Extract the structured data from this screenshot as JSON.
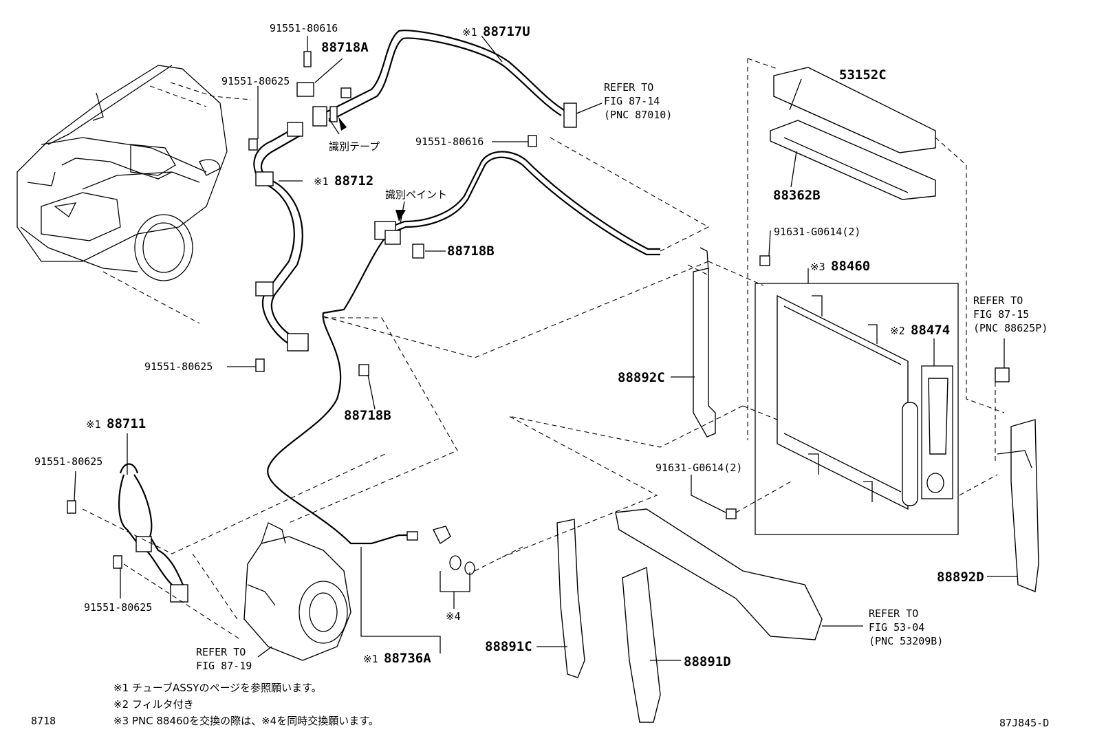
{
  "labels": {
    "p91551_80616_top": "91551-80616",
    "p88718A": "88718A",
    "p88717U_mark": "※1",
    "p88717U": "88717U",
    "p91551_80625_a": "91551-80625",
    "refer_87_14_a": "REFER TO",
    "refer_87_14_b": "FIG 87-14",
    "refer_87_14_c": "(PNC 87010)",
    "id_tape": "識別テープ",
    "p91551_80616_mid": "91551-80616",
    "p88712_mark": "※1",
    "p88712": "88712",
    "id_paint": "識別ペイント",
    "p53152C": "53152C",
    "p88362B": "88362B",
    "p88718B_a": "88718B",
    "p91631_G0614_a": "91631-G0614(2)",
    "p88460_mark": "※3",
    "p88460": "88460",
    "refer_87_15_a": "REFER TO",
    "refer_87_15_b": "FIG 87-15",
    "refer_87_15_c": "(PNC 88625P)",
    "p88474_mark": "※2",
    "p88474": "88474",
    "p91551_80625_b": "91551-80625",
    "p88892C": "88892C",
    "p88718B_b": "88718B",
    "p88711_mark": "※1",
    "p88711": "88711",
    "p91551_80625_c": "91551-80625",
    "p91631_G0614_b": "91631-G0614(2)",
    "note4": "※4",
    "p91551_80625_d": "91551-80625",
    "refer_87_19_a": "REFER TO",
    "refer_87_19_b": "FIG 87-19",
    "p88736A_mark": "※1",
    "p88736A": "88736A",
    "p88891C": "88891C",
    "p88891D": "88891D",
    "refer_53_04_a": "REFER TO",
    "refer_53_04_b": "FIG 53-04",
    "refer_53_04_c": "(PNC 53209B)",
    "p88892D": "88892D"
  },
  "footnotes": {
    "note1": "※1 チューブASSYのページを参照願います。",
    "note2": "※2 フィルタ付き",
    "note3": "※3 PNC 88460を交換の際は、※4を同時交換願います。"
  },
  "figure_number": "8718",
  "drawing_code": "87J845-D"
}
